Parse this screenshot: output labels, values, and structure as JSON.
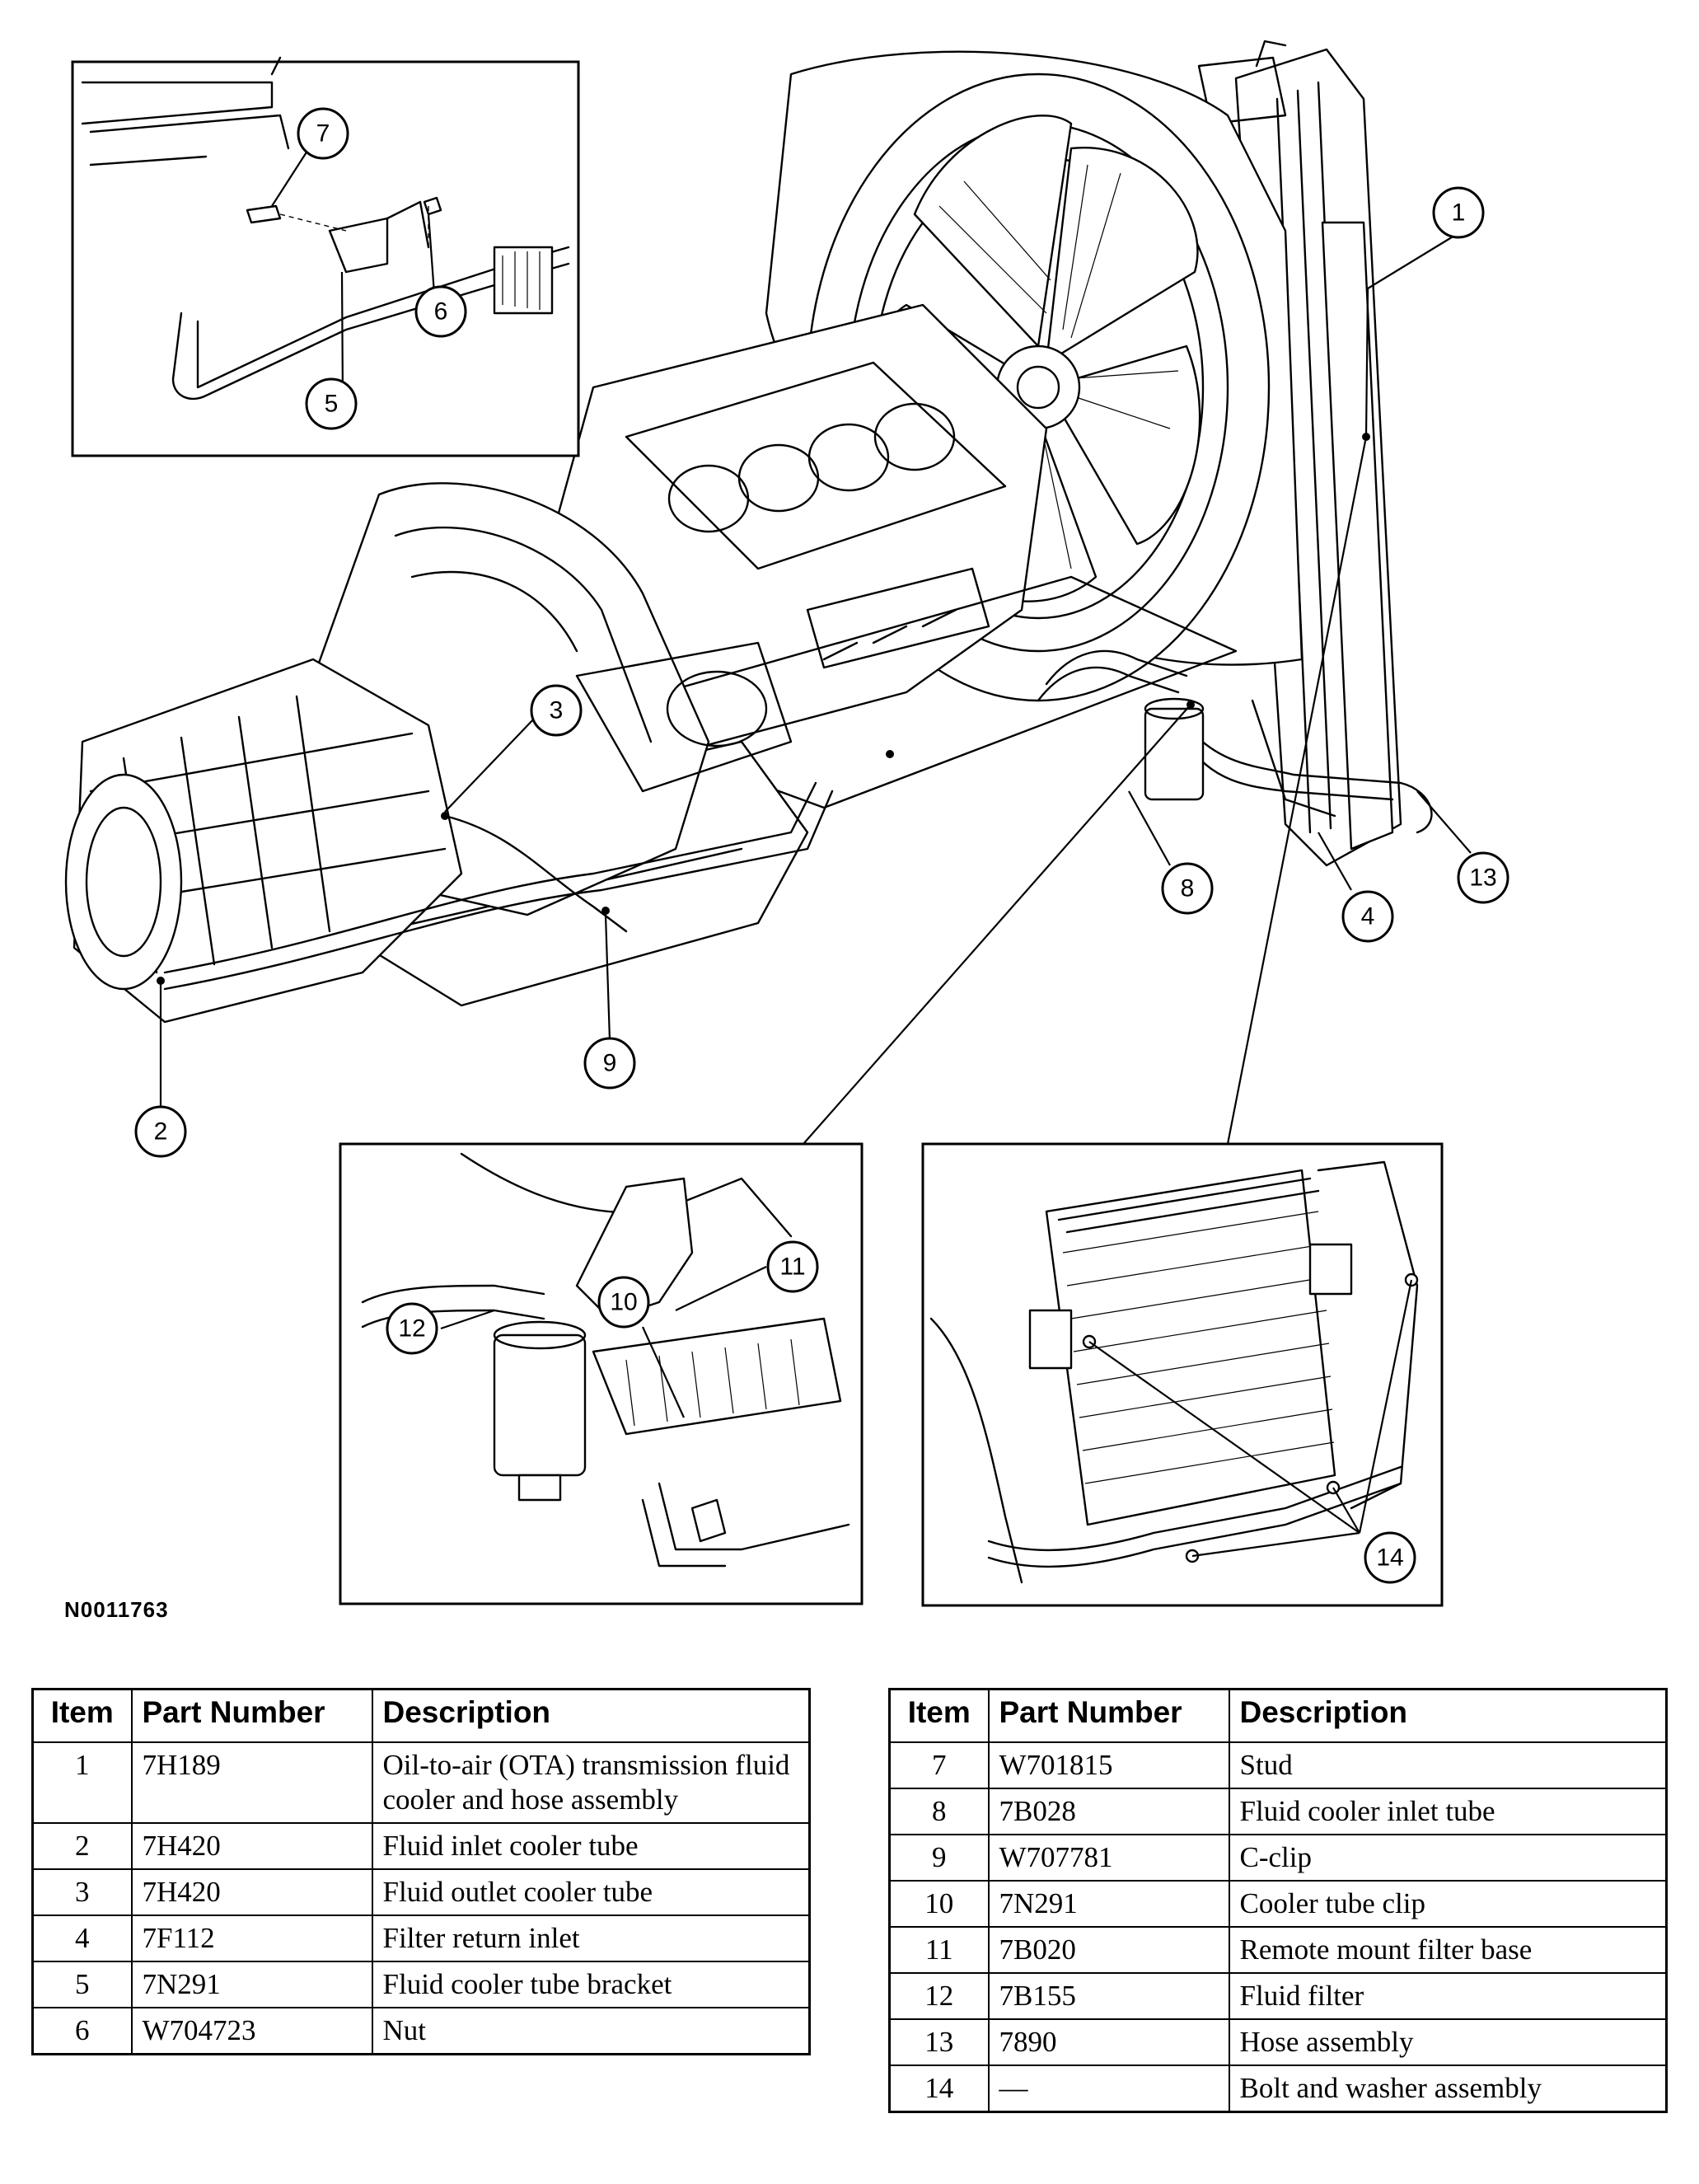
{
  "figure_id": "N0011763",
  "callouts": {
    "c1": "1",
    "c2": "2",
    "c3": "3",
    "c4": "4",
    "c5": "5",
    "c6": "6",
    "c7": "7",
    "c8": "8",
    "c9": "9",
    "c10": "10",
    "c11": "11",
    "c12": "12",
    "c13": "13",
    "c14": "14"
  },
  "table_headers": {
    "item": "Item",
    "part_number": "Part Number",
    "description": "Description"
  },
  "parts_left": [
    {
      "item": "1",
      "part_number": "7H189",
      "description": "Oil-to-air (OTA) transmission fluid cooler and hose assembly"
    },
    {
      "item": "2",
      "part_number": "7H420",
      "description": "Fluid inlet cooler tube"
    },
    {
      "item": "3",
      "part_number": "7H420",
      "description": "Fluid outlet cooler tube"
    },
    {
      "item": "4",
      "part_number": "7F112",
      "description": "Filter return inlet"
    },
    {
      "item": "5",
      "part_number": "7N291",
      "description": "Fluid cooler tube bracket"
    },
    {
      "item": "6",
      "part_number": "W704723",
      "description": "Nut"
    }
  ],
  "parts_right": [
    {
      "item": "7",
      "part_number": "W701815",
      "description": "Stud"
    },
    {
      "item": "8",
      "part_number": "7B028",
      "description": "Fluid cooler inlet tube"
    },
    {
      "item": "9",
      "part_number": "W707781",
      "description": "C-clip"
    },
    {
      "item": "10",
      "part_number": "7N291",
      "description": "Cooler tube clip"
    },
    {
      "item": "11",
      "part_number": "7B020",
      "description": "Remote mount filter base"
    },
    {
      "item": "12",
      "part_number": "7B155",
      "description": "Fluid filter"
    },
    {
      "item": "13",
      "part_number": "7890",
      "description": "Hose assembly"
    },
    {
      "item": "14",
      "part_number": "—",
      "description": "Bolt and washer assembly"
    }
  ]
}
